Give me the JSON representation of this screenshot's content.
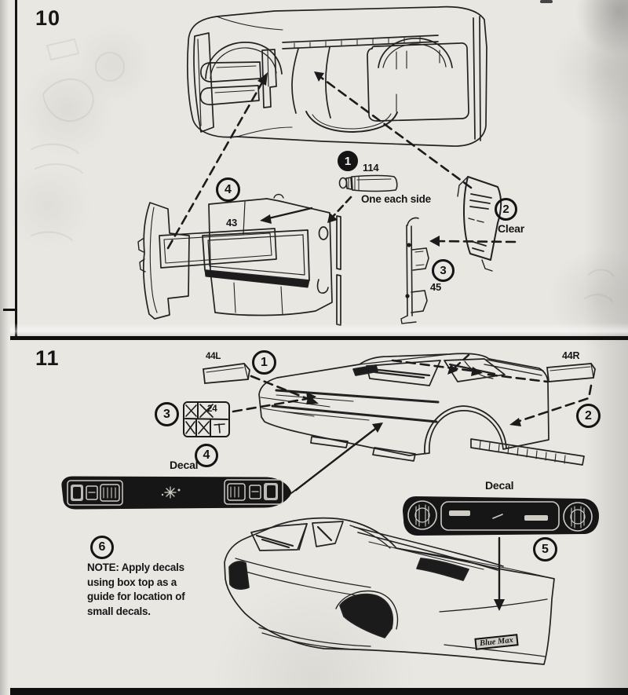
{
  "step10": {
    "number": "10",
    "badge1": "1",
    "badge2": "2",
    "badge3": "3",
    "badge4": "4",
    "part114": "114",
    "part43": "43",
    "part45": "45",
    "one_each_side": "One each side",
    "clear_label": "Clear"
  },
  "step11": {
    "number": "11",
    "badge1": "1",
    "badge2": "2",
    "badge3": "3",
    "badge4": "4",
    "badge5": "5",
    "badge6": "6",
    "part44l": "44L",
    "part44r": "44R",
    "part24": "24",
    "decal4_label": "Decal",
    "decal5_label": "Decal",
    "note_title": "NOTE:",
    "note_lines": [
      "Apply decals",
      "using box top as a",
      "guide for location of",
      "small decals."
    ],
    "logo": "Blue Max"
  },
  "colors": {
    "ink": "#1b1b1b",
    "paper": "#e9e7e2",
    "decal_dark": "#161616",
    "decal_light": "#cfccc6"
  }
}
